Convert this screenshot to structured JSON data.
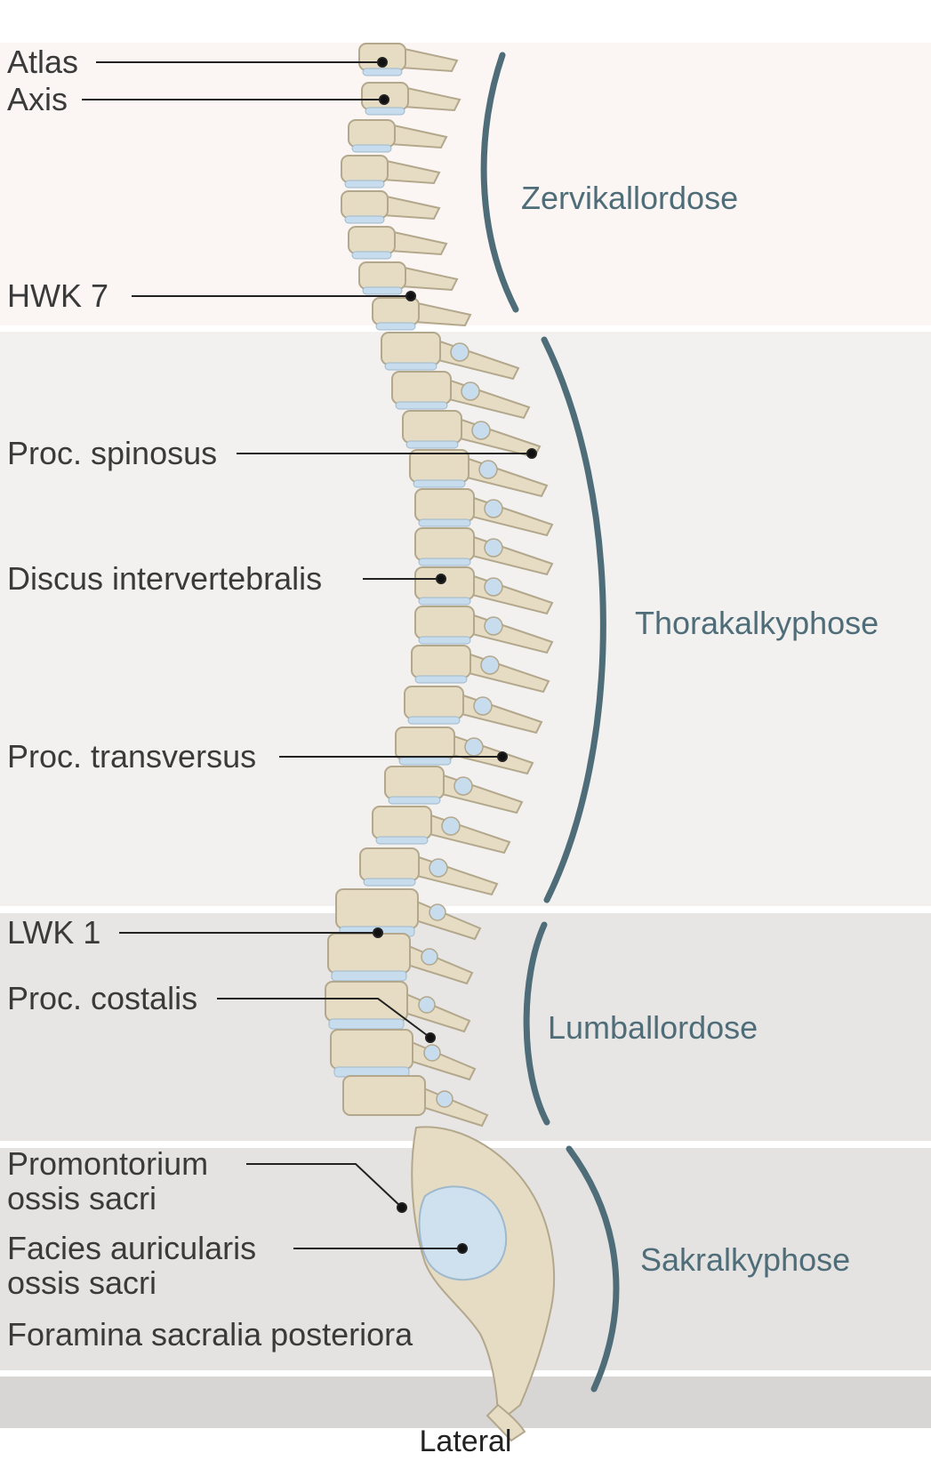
{
  "labels": {
    "atlas": "Atlas",
    "axis": "Axis",
    "hwk7": "HWK 7",
    "proc_spinosus": "Proc. spinosus",
    "discus": "Discus intervertebralis",
    "proc_transversus": "Proc. transversus",
    "lwk1": "LWK 1",
    "proc_costalis": "Proc. costalis",
    "promontorium_1": "Promontorium",
    "promontorium_2": "ossis sacri",
    "facies_1": "Facies auricularis",
    "facies_2": "ossis sacri",
    "foramina": "Foramina sacralia posteriora"
  },
  "regions": {
    "cervical": "Zervikallordose",
    "thoracic": "Thorakalkyphose",
    "lumbar": "Lumballordose",
    "sacral": "Sakralkyphose"
  },
  "footer": {
    "view": "Lateral"
  },
  "colors": {
    "bone": "#e6dcc4",
    "bone_outline": "#b3a78c",
    "disc": "#c7dcec",
    "region_curve": "#4f6d78",
    "leader_line": "#222222"
  }
}
